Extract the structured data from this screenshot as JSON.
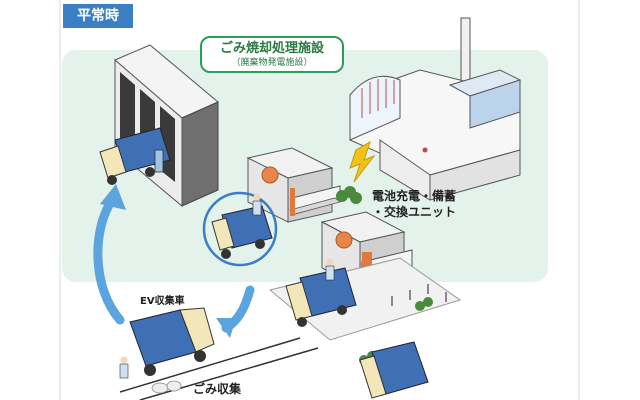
{
  "corner_tag": "平常時",
  "facility": {
    "title": "ごみ焼却処理施設",
    "subtitle": "（廃棄物発電施設）"
  },
  "battery_station": {
    "line1": "電池充電・備蓄",
    "line2": "・交換ユニット"
  },
  "ev_truck_label": "EV収集車",
  "collection_label": "ごみ収集",
  "colors": {
    "tag_blue": "#3a7fc4",
    "zone_green": "#e3f2ea",
    "frame_green": "#2f9d57",
    "truck_blue": "#3f6fb5",
    "arrow_blue": "#5ba4dd",
    "bolt_yellow": "#f2c21a"
  },
  "icons": [
    "lightning-bolt-icon",
    "recycle-arrow-icon"
  ]
}
